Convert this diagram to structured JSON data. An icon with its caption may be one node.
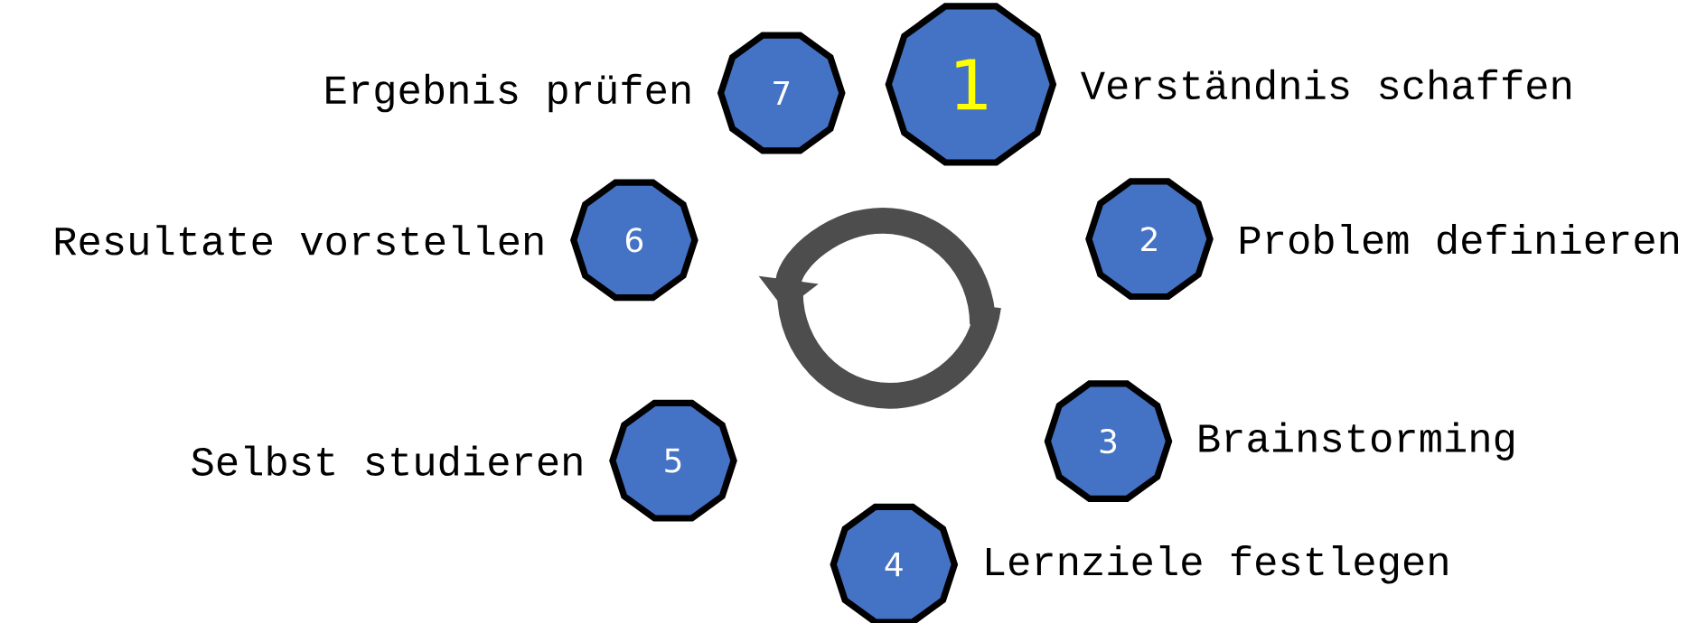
{
  "diagram": {
    "nodes": [
      {
        "text": [
          "1"
        ],
        "beside": [
          "Verständnis schaffen"
        ]
      },
      {
        "text": [
          "2"
        ],
        "beside": [
          "Problem definieren"
        ]
      },
      {
        "text": [
          "3"
        ],
        "beside": [
          "Brainstorming"
        ]
      },
      {
        "text": [
          "4"
        ],
        "beside": [
          "Lernziele festlegen"
        ]
      },
      {
        "text": [
          "5"
        ],
        "beside": [
          "Selbst studieren"
        ]
      },
      {
        "text": [
          "6"
        ],
        "beside": [
          "Resultate vorstellen"
        ]
      },
      {
        "text": [
          "7"
        ],
        "beside": [
          "Ergebnis prüfen"
        ]
      }
    ]
  }
}
